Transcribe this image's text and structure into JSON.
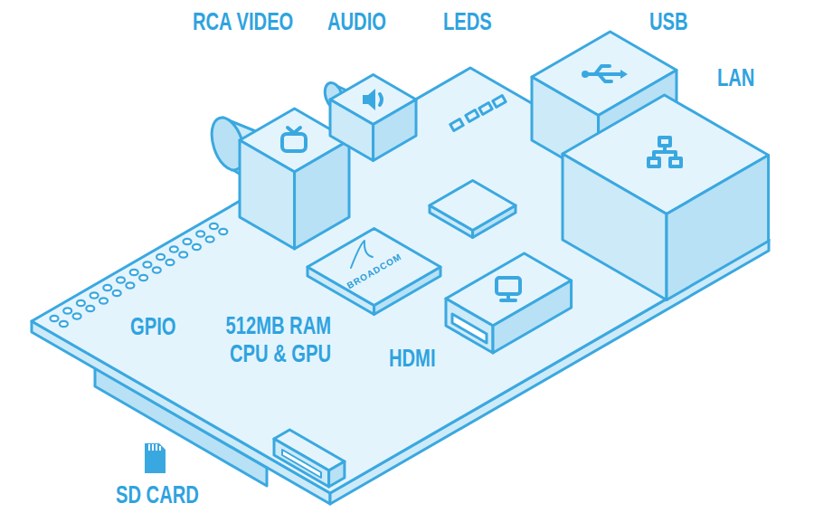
{
  "diagram": {
    "labels": [
      "RCA VIDEO",
      "AUDIO",
      "LEDS",
      "USB",
      "LAN",
      "GPIO",
      "512MB RAM CPU & GPU",
      "HDMI",
      "SD CARD",
      "BROADCOM"
    ]
  }
}
